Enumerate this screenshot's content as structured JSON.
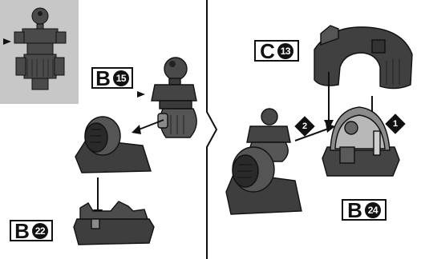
{
  "part_labels": [
    {
      "letter": "B",
      "number": "15",
      "id": "b15"
    },
    {
      "letter": "B",
      "number": "22",
      "id": "b22"
    },
    {
      "letter": "C",
      "number": "13",
      "id": "c13"
    },
    {
      "letter": "B",
      "number": "24",
      "id": "b24"
    }
  ],
  "step_markers": [
    {
      "number": "1"
    },
    {
      "number": "2"
    }
  ],
  "colors": {
    "part_dark": "#3a3a3a",
    "part_mid": "#5c5c5c",
    "part_light": "#8a8a8a",
    "thumbnail_bg": "#c7c7c7",
    "outline": "#111111"
  }
}
